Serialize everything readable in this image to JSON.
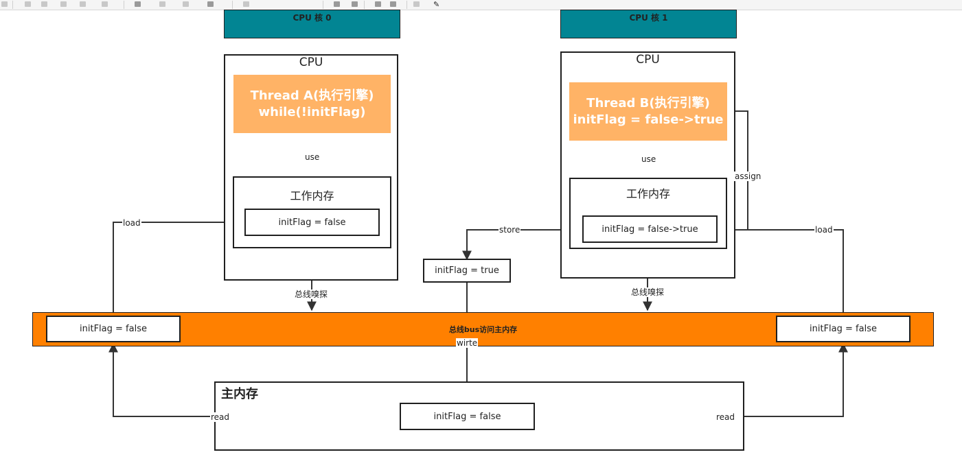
{
  "core0_label": "CPU 核 0",
  "core1_label": "CPU 核 1",
  "cpu_a": {
    "title": "CPU",
    "thread_line1": "Thread A(执行引擎)",
    "thread_line2": "while(!initFlag)",
    "work_memory": "工作内存",
    "var": "initFlag = false"
  },
  "cpu_b": {
    "title": "CPU",
    "thread_line1": "Thread B(执行引擎)",
    "thread_line2": "initFlag = false->true",
    "work_memory": "工作内存",
    "var": "initFlag = false->true"
  },
  "store_box": "initFlag = true",
  "bus": {
    "label": "总线bus访问主内存",
    "left_var": "initFlag = false",
    "right_var": "initFlag = false"
  },
  "main_memory": {
    "title": "主内存",
    "var": "initFlag = false"
  },
  "edge_labels": {
    "use_a": "use",
    "use_b": "use",
    "assign": "assign",
    "load_a": "load",
    "load_b": "load",
    "store": "store",
    "sniff_a": "总线嗅探",
    "sniff_b": "总线嗅探",
    "write": "wirte",
    "read_a": "read",
    "read_b": "read"
  },
  "colors": {
    "teal": "#028593",
    "thread_orange": "#FFB366",
    "bus_orange": "#FF8000",
    "line": "#333333"
  }
}
